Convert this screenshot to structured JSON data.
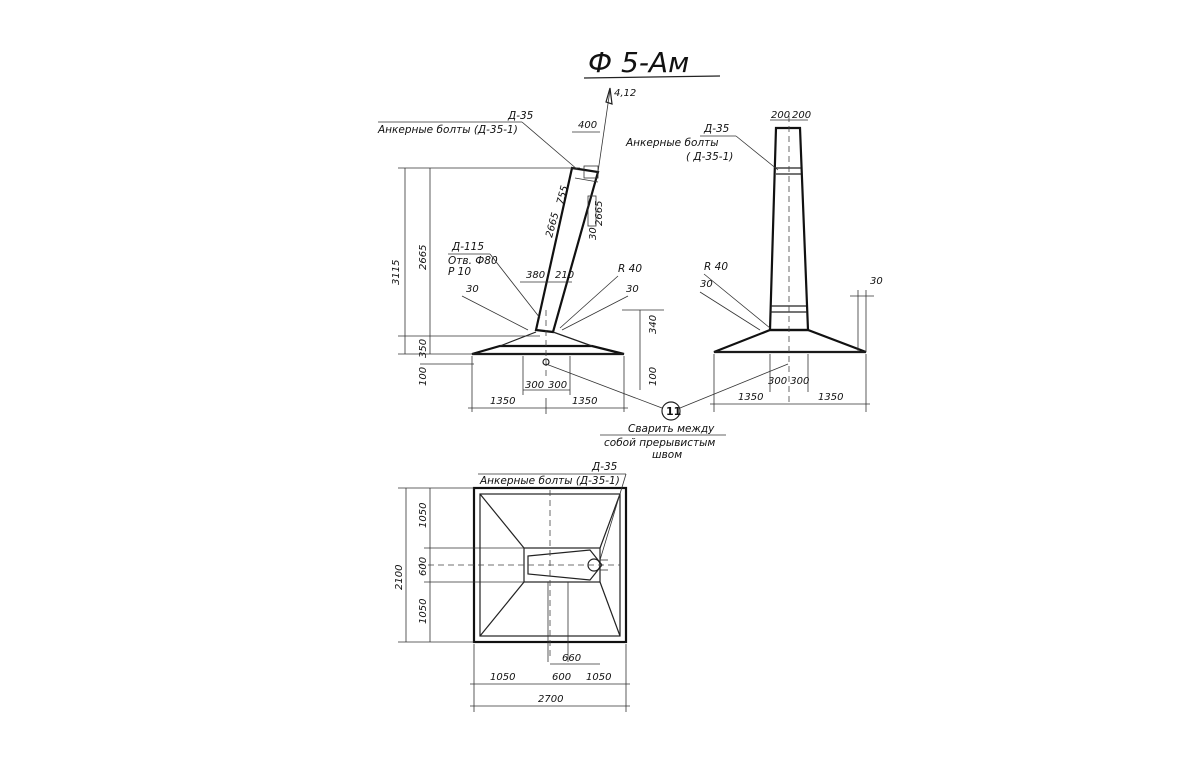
{
  "drawing": {
    "title": "Ф 5-Ам",
    "front_view": {
      "tip_dim": "4,12",
      "top_dim": "400",
      "bolt_ref": "Д-35",
      "bolt_label": "Анкерные болты (Д-35-1)",
      "height_total": "3115",
      "height_upper": "2665",
      "height_base": "350",
      "bottom_dim": "100",
      "pipe_ref": "Д-115",
      "hole_label": "Отв. Ф80",
      "hole_sub": "Р 10",
      "offset_left": "30",
      "offset_right": "30",
      "width_380": "380",
      "width_210": "210",
      "radius": "R 40",
      "side_340": "340",
      "side_100": "100",
      "length_755": "755",
      "length_2665a": "2665",
      "length_2665b": "2665",
      "small_30": "30",
      "inner_left": "300",
      "inner_right": "300",
      "base_left": "1350",
      "base_right": "1350"
    },
    "side_view": {
      "top_left": "200",
      "top_right": "200",
      "bolt_ref": "Д-35",
      "bolt_label_1": "Анкерные болты",
      "bolt_label_2": "( Д-35-1)",
      "radius": "R 40",
      "offset_left": "30",
      "offset_right": "30",
      "inner": "300 300",
      "base_left": "1350",
      "base_right": "1350"
    },
    "weld_note": {
      "node": "11",
      "line1": "Сварить между",
      "line2": "собой прерывистым",
      "line3": "швом"
    },
    "plan_view": {
      "bolt_ref": "Д-35",
      "bolt_label": "Анкерные болты (Д-35-1)",
      "dim_total_v": "2100",
      "dim_top": "1050",
      "dim_mid": "600",
      "dim_bottom": "1050",
      "dim_660": "660",
      "dim_left": "1050",
      "dim_center": "600",
      "dim_right": "1050",
      "dim_total_h": "2700"
    }
  }
}
